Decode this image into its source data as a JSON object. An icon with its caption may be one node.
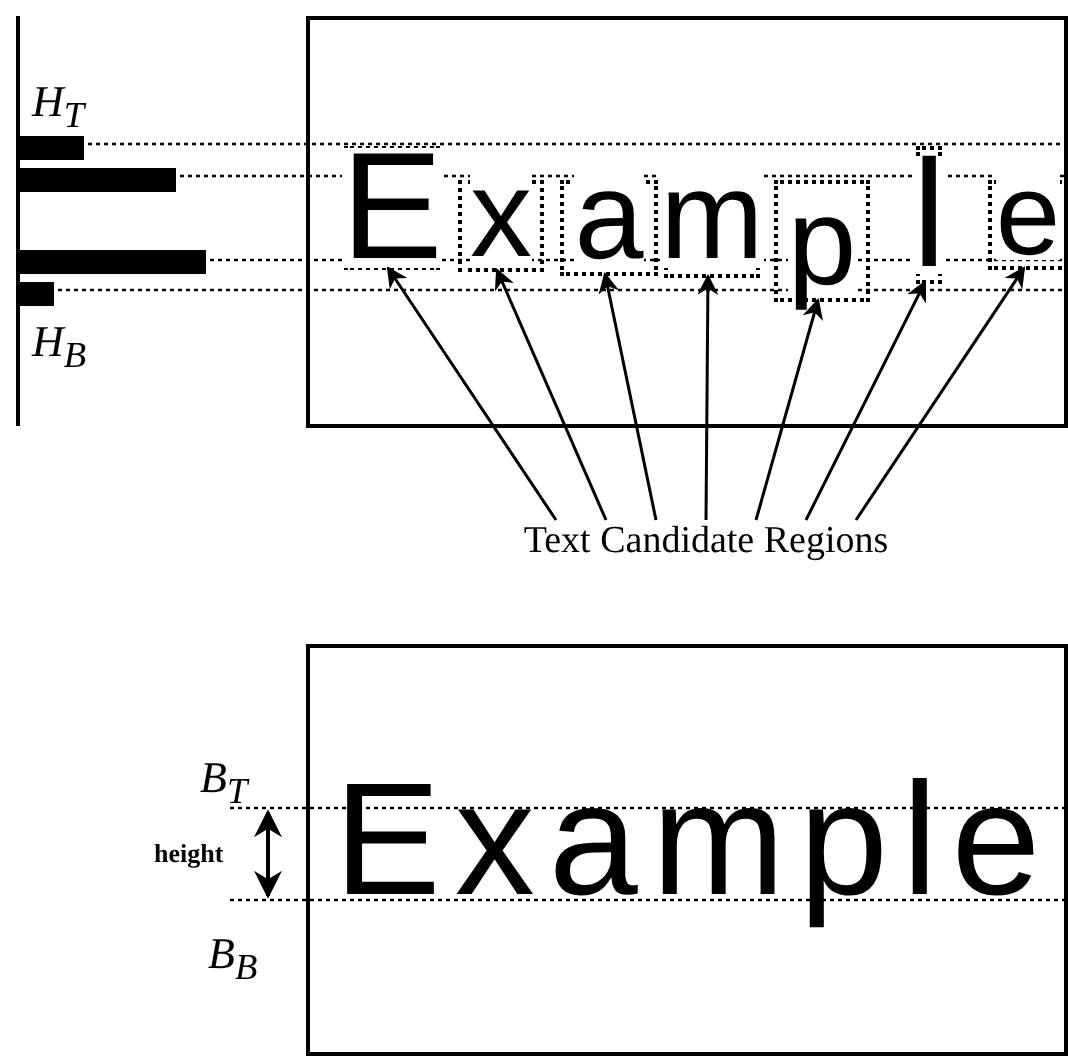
{
  "diagram": {
    "nodes": [
      {
        "text": [],
        "shape": "box"
      },
      {
        "text": [
          "E"
        ],
        "in": 0
      },
      {
        "text": [
          "x"
        ],
        "in": 0
      },
      {
        "text": [
          "a"
        ],
        "in": 0
      },
      {
        "text": [
          "m"
        ],
        "in": 0
      },
      {
        "text": [
          "p"
        ],
        "in": 0
      },
      {
        "text": [
          "l"
        ],
        "in": 0
      },
      {
        "text": [
          "e"
        ],
        "in": 0
      },
      {
        "text": [
          "Text Candidate Regions"
        ]
      },
      {
        "text": [
          "Example"
        ]
      }
    ],
    "edges": [
      {
        "from": 8,
        "to": 1,
        "arrow": "to"
      },
      {
        "from": 8,
        "to": 2,
        "arrow": "to"
      },
      {
        "from": 8,
        "to": 3,
        "arrow": "to"
      },
      {
        "from": 8,
        "to": 4,
        "arrow": "to"
      },
      {
        "from": 8,
        "to": 5,
        "arrow": "to"
      },
      {
        "from": 8,
        "to": 6,
        "arrow": "to"
      },
      {
        "from": 8,
        "to": 7,
        "arrow": "to"
      }
    ],
    "labels": [
      "H$_{T}$",
      "H$_{B}$",
      "B$_{T}$",
      "height",
      "B$_{B}$"
    ]
  }
}
